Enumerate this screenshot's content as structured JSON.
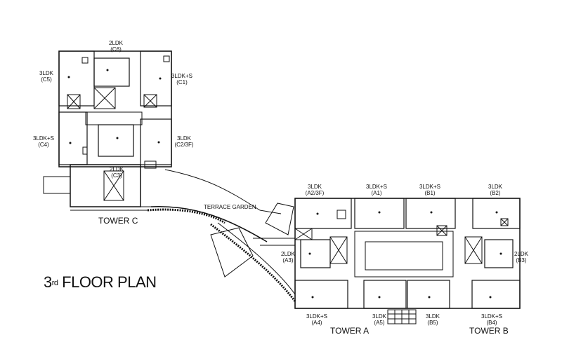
{
  "title": {
    "prefix": "3",
    "sup": "rd",
    "main": " FLOOR PLAN"
  },
  "terrace_label": "TERRACE GARDEN",
  "towers": [
    {
      "id": "tower-c",
      "label": "TOWER C"
    },
    {
      "id": "tower-a",
      "label": "TOWER A"
    },
    {
      "id": "tower-b",
      "label": "TOWER B"
    }
  ],
  "units": [
    {
      "id": "c6",
      "type": "2LDK",
      "code": "(C6)"
    },
    {
      "id": "c5",
      "type": "3LDK",
      "code": "(C5)"
    },
    {
      "id": "c1",
      "type": "3LDK+S",
      "code": "(C1)"
    },
    {
      "id": "c4",
      "type": "3LDK+S",
      "code": "(C4)"
    },
    {
      "id": "c2",
      "type": "3LDK",
      "code": "(C2/3F)"
    },
    {
      "id": "c3",
      "type": "2LDK",
      "code": "(C3)"
    },
    {
      "id": "a2",
      "type": "3LDK",
      "code": "(A2/3F)"
    },
    {
      "id": "a1",
      "type": "3LDK+S",
      "code": "(A1)"
    },
    {
      "id": "b1",
      "type": "3LDK+S",
      "code": "(B1)"
    },
    {
      "id": "b2",
      "type": "3LDK",
      "code": "(B2)"
    },
    {
      "id": "a3",
      "type": "2LDK",
      "code": "(A3)"
    },
    {
      "id": "b3",
      "type": "2LDK",
      "code": "(B3)"
    },
    {
      "id": "a4",
      "type": "3LDK+S",
      "code": "(A4)"
    },
    {
      "id": "a5",
      "type": "3LDK",
      "code": "(A5)"
    },
    {
      "id": "b5",
      "type": "3LDK",
      "code": "(B5)"
    },
    {
      "id": "b4",
      "type": "3LDK+S",
      "code": "(B4)"
    }
  ]
}
